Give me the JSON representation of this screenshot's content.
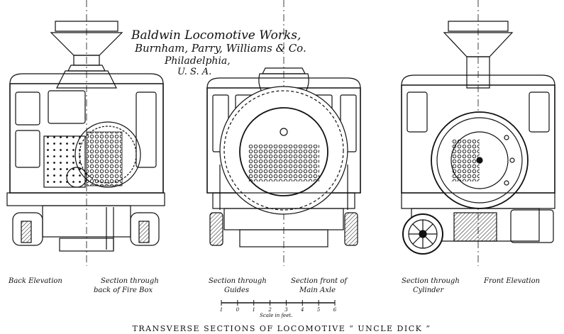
{
  "maker": {
    "line1": "Baldwin Locomotive Works,",
    "line2": "Burnham, Parry, Williams & Co.",
    "line3": "Philadelphia,",
    "line4": "U. S. A."
  },
  "labels": {
    "back_elevation": "Back Elevation",
    "fire_box_1": "Section through",
    "fire_box_2": "back of Fire Box",
    "guides_1": "Section through",
    "guides_2": "Guides",
    "main_axle_1": "Section front of",
    "main_axle_2": "Main Axle",
    "cylinder_1": "Section through",
    "cylinder_2": "Cylinder",
    "front_elevation": "Front Elevation"
  },
  "scale": {
    "ticks": [
      "1",
      "0",
      "1",
      "2",
      "3",
      "4",
      "5",
      "6"
    ],
    "label": "Scale in feet."
  },
  "title": "TRANSVERSE SECTIONS OF LOCOMOTIVE “ UNCLE DICK ”"
}
